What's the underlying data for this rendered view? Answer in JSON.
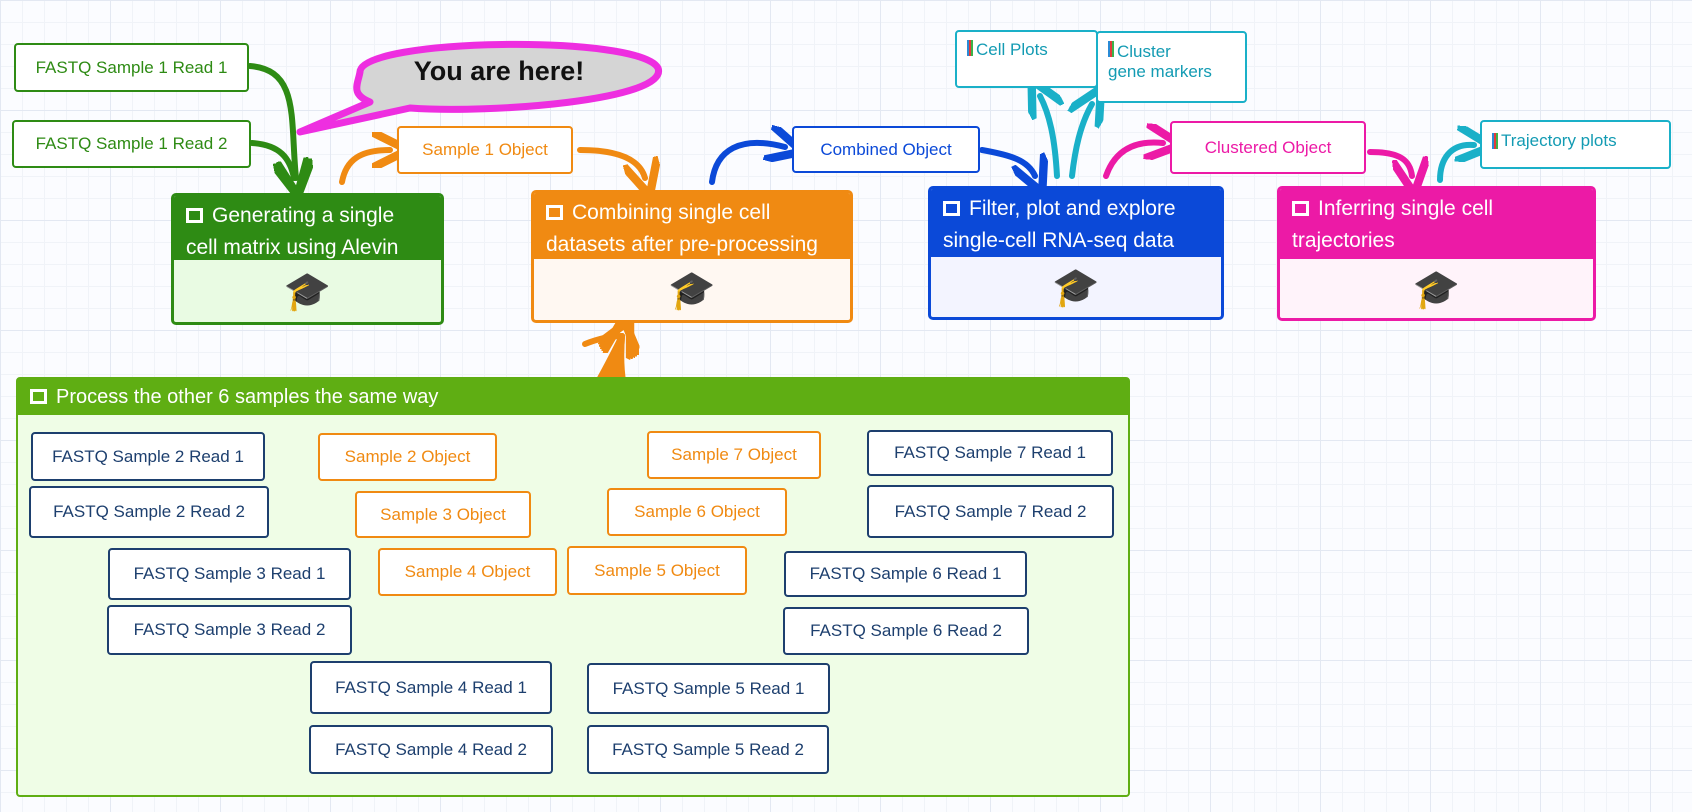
{
  "callout": {
    "text": "You are here!"
  },
  "tools": [
    {
      "title_l1": "Generating a single",
      "title_l2": "cell matrix using Alevin",
      "icon": "🎓"
    },
    {
      "title_l1": "Combining single cell",
      "title_l2": "datasets after pre-processing",
      "icon": "🎓"
    },
    {
      "title_l1": "Filter, plot and explore",
      "title_l2": "single-cell RNA-seq data",
      "icon": "🎓"
    },
    {
      "title_l1": "Inferring single cell",
      "title_l2": "trajectories",
      "icon": "🎓"
    }
  ],
  "group": {
    "title": "Process the other 6 samples the same way"
  },
  "inputs": {
    "s1r1": "FASTQ Sample 1 Read 1",
    "s1r2": "FASTQ Sample 1 Read 2",
    "s2r1": "FASTQ Sample 2 Read 1",
    "s2r2": "FASTQ Sample 2 Read 2",
    "s3r1": "FASTQ Sample 3 Read 1",
    "s3r2": "FASTQ Sample 3 Read 2",
    "s4r1": "FASTQ Sample 4 Read 1",
    "s4r2": "FASTQ Sample 4 Read 2",
    "s5r1": "FASTQ Sample 5 Read 1",
    "s5r2": "FASTQ Sample 5 Read 2",
    "s6r1": "FASTQ Sample 6 Read 1",
    "s6r2": "FASTQ Sample 6 Read 2",
    "s7r1": "FASTQ Sample 7 Read 1",
    "s7r2": "FASTQ Sample 7 Read 2"
  },
  "objects": {
    "s1": "Sample 1 Object",
    "s2": "Sample 2 Object",
    "s3": "Sample 3 Object",
    "s4": "Sample 4 Object",
    "s5": "Sample 5 Object",
    "s6": "Sample 6 Object",
    "s7": "Sample 7 Object",
    "combined": "Combined Object",
    "clustered": "Clustered Object"
  },
  "outputs": {
    "cell_plots": "Cell Plots",
    "cluster_l1": "Cluster",
    "cluster_l2": "gene markers",
    "trajectory": "Trajectory plots"
  },
  "colors": {
    "green": "#2e8b14",
    "orange": "#f08a12",
    "blue": "#0b49d8",
    "pink": "#ec1aa6",
    "cyan": "#1ab0c8",
    "navy": "#1d3f6e",
    "group": "#5fae13"
  }
}
